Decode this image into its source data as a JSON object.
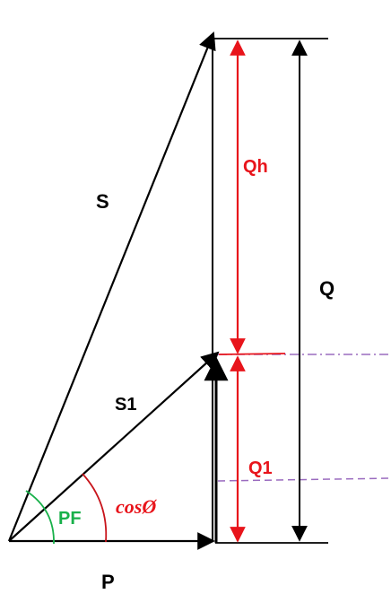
{
  "labels": {
    "s": "S",
    "s1": "S1",
    "p": "P",
    "q": "Q",
    "qh": "Qh",
    "q1": "Q1",
    "pf": "PF",
    "cos": "cosØ"
  },
  "colors": {
    "line": "#000000",
    "red": "#e8141b",
    "green": "#18b04a",
    "purple": "#9a6bbf"
  }
}
